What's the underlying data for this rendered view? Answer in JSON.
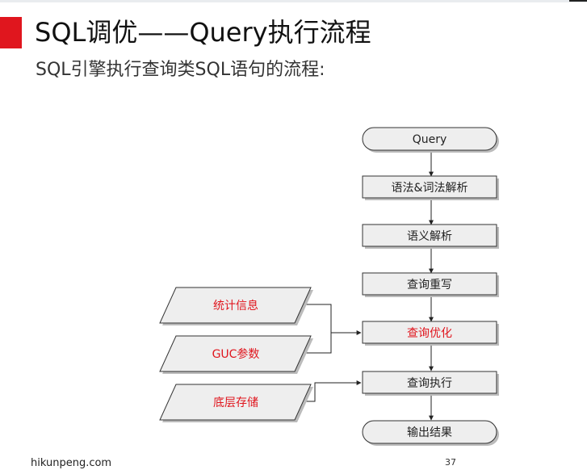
{
  "slide": {
    "title": "SQL调优——Query执行流程",
    "subtitle": "SQL引擎执行查询类SQL语句的流程:",
    "footer_site": "hikunpeng.com",
    "page_number": "37",
    "accent_color": "#e0161e"
  },
  "diagram": {
    "start_node": "Query",
    "steps": [
      {
        "label": "语法&词法解析",
        "highlight": false
      },
      {
        "label": "语义解析",
        "highlight": false
      },
      {
        "label": "查询重写",
        "highlight": false
      },
      {
        "label": "查询优化",
        "highlight": true
      },
      {
        "label": "查询执行",
        "highlight": false
      }
    ],
    "end_node": "输出结果",
    "inputs": [
      {
        "label": "统计信息"
      },
      {
        "label": "GUC参数"
      },
      {
        "label": "底层存储"
      }
    ],
    "highlight_color": "#e0161e",
    "box_fill": "#eeeeee",
    "border_color": "#333333"
  }
}
